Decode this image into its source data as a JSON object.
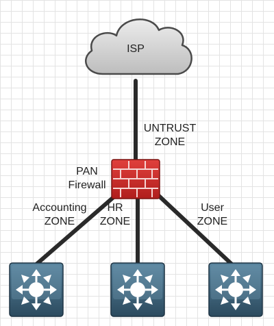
{
  "nodes": {
    "isp": {
      "label": "ISP",
      "icon": "cloud-icon"
    },
    "firewall": {
      "label_line1": "PAN",
      "label_line2": "Firewall",
      "icon": "firewall-icon"
    },
    "switches": [
      {
        "icon": "layer3-switch-icon"
      },
      {
        "icon": "layer3-switch-icon"
      },
      {
        "icon": "layer3-switch-icon"
      }
    ]
  },
  "zones": {
    "untrust": {
      "line1": "UNTRUST",
      "line2": "ZONE"
    },
    "accounting": {
      "line1": "Accounting",
      "line2": "ZONE"
    },
    "hr": {
      "line1": "HR",
      "line2": "ZONE"
    },
    "user": {
      "line1": "User",
      "line2": "ZONE"
    }
  },
  "colors": {
    "link": "#2a2a2a",
    "cloud_fill": "#d4d4d4",
    "firewall_red": "#cc2a28",
    "switch_blue": "#3f6680"
  }
}
